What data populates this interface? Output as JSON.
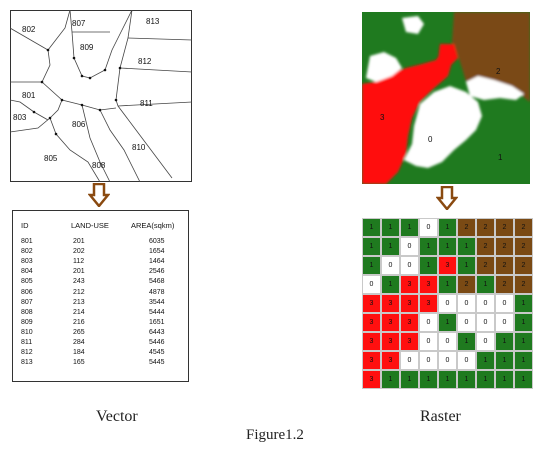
{
  "vector_map": {
    "labels": [
      "802",
      "807",
      "813",
      "809",
      "812",
      "801",
      "803",
      "811",
      "806",
      "810",
      "805",
      "808"
    ]
  },
  "table": {
    "headers": [
      "ID",
      "LAND-USE",
      "AREA(sqkm)"
    ],
    "rows": [
      [
        "801",
        "201",
        "6035"
      ],
      [
        "802",
        "202",
        "1654"
      ],
      [
        "803",
        "112",
        "1464"
      ],
      [
        "804",
        "201",
        "2546"
      ],
      [
        "805",
        "243",
        "5468"
      ],
      [
        "806",
        "212",
        "4878"
      ],
      [
        "807",
        "213",
        "3544"
      ],
      [
        "808",
        "214",
        "5444"
      ],
      [
        "809",
        "216",
        "1651"
      ],
      [
        "810",
        "265",
        "6443"
      ],
      [
        "811",
        "284",
        "5446"
      ],
      [
        "812",
        "184",
        "4545"
      ],
      [
        "813",
        "165",
        "5445"
      ]
    ]
  },
  "raster_image": {
    "labels": [
      "2",
      "3",
      "0",
      "1"
    ]
  },
  "raster_grid": {
    "rows": [
      [
        "1",
        "1",
        "1",
        "0",
        "1",
        "2",
        "2",
        "2",
        "2"
      ],
      [
        "1",
        "1",
        "0",
        "1",
        "1",
        "1",
        "2",
        "2",
        "2"
      ],
      [
        "1",
        "0",
        "0",
        "1",
        "3",
        "1",
        "2",
        "2",
        "2"
      ],
      [
        "0",
        "1",
        "3",
        "3",
        "1",
        "2",
        "1",
        "2",
        "2"
      ],
      [
        "3",
        "3",
        "3",
        "3",
        "0",
        "0",
        "0",
        "0",
        "1"
      ],
      [
        "3",
        "3",
        "3",
        "0",
        "1",
        "0",
        "0",
        "0",
        "1"
      ],
      [
        "3",
        "3",
        "3",
        "0",
        "0",
        "1",
        "0",
        "1",
        "1"
      ],
      [
        "3",
        "3",
        "0",
        "0",
        "0",
        "0",
        "1",
        "1",
        "1"
      ],
      [
        "3",
        "1",
        "1",
        "1",
        "1",
        "1",
        "1",
        "1",
        "1"
      ]
    ]
  },
  "colors": {
    "0": "#ffffff",
    "1": "#1f7a1f",
    "2": "#7a4a14",
    "3": "#ff1010",
    "arrow": "#8a4a10"
  },
  "captions": {
    "vector": "Vector",
    "raster": "Raster",
    "figure": "Figure1.2"
  }
}
